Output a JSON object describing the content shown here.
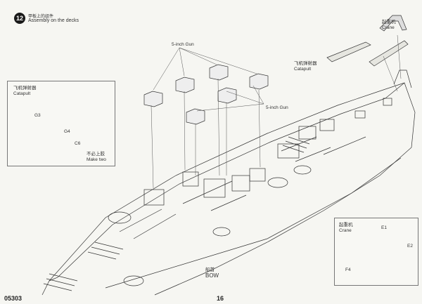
{
  "step": {
    "number": "12",
    "title_cn": "甲板上的组件",
    "title_en": "Assembly on the decks"
  },
  "labels": {
    "crane_cn": "起重机",
    "crane_en": "Crane",
    "catapult_cn": "飞机弹射器",
    "catapult_en": "Catapult",
    "turret_top_cn": "5-inch Gun",
    "turret_right_cn": "5-inch Gun",
    "bow_cn": "船首",
    "bow_en": "BOW"
  },
  "inset_catapult": {
    "title_cn": "飞机弹射器",
    "title_en": "Catapult",
    "part_g3": "G3",
    "part_g4": "G4",
    "part_c6": "C6",
    "note_cn": "不必上胶",
    "note_en": "Make two"
  },
  "inset_crane": {
    "title_cn": "起重机",
    "title_en": "Crane",
    "part_e1": "E1",
    "part_e2": "E2",
    "part_f4": "F4"
  },
  "footer": {
    "code": "05303",
    "page": "16"
  }
}
